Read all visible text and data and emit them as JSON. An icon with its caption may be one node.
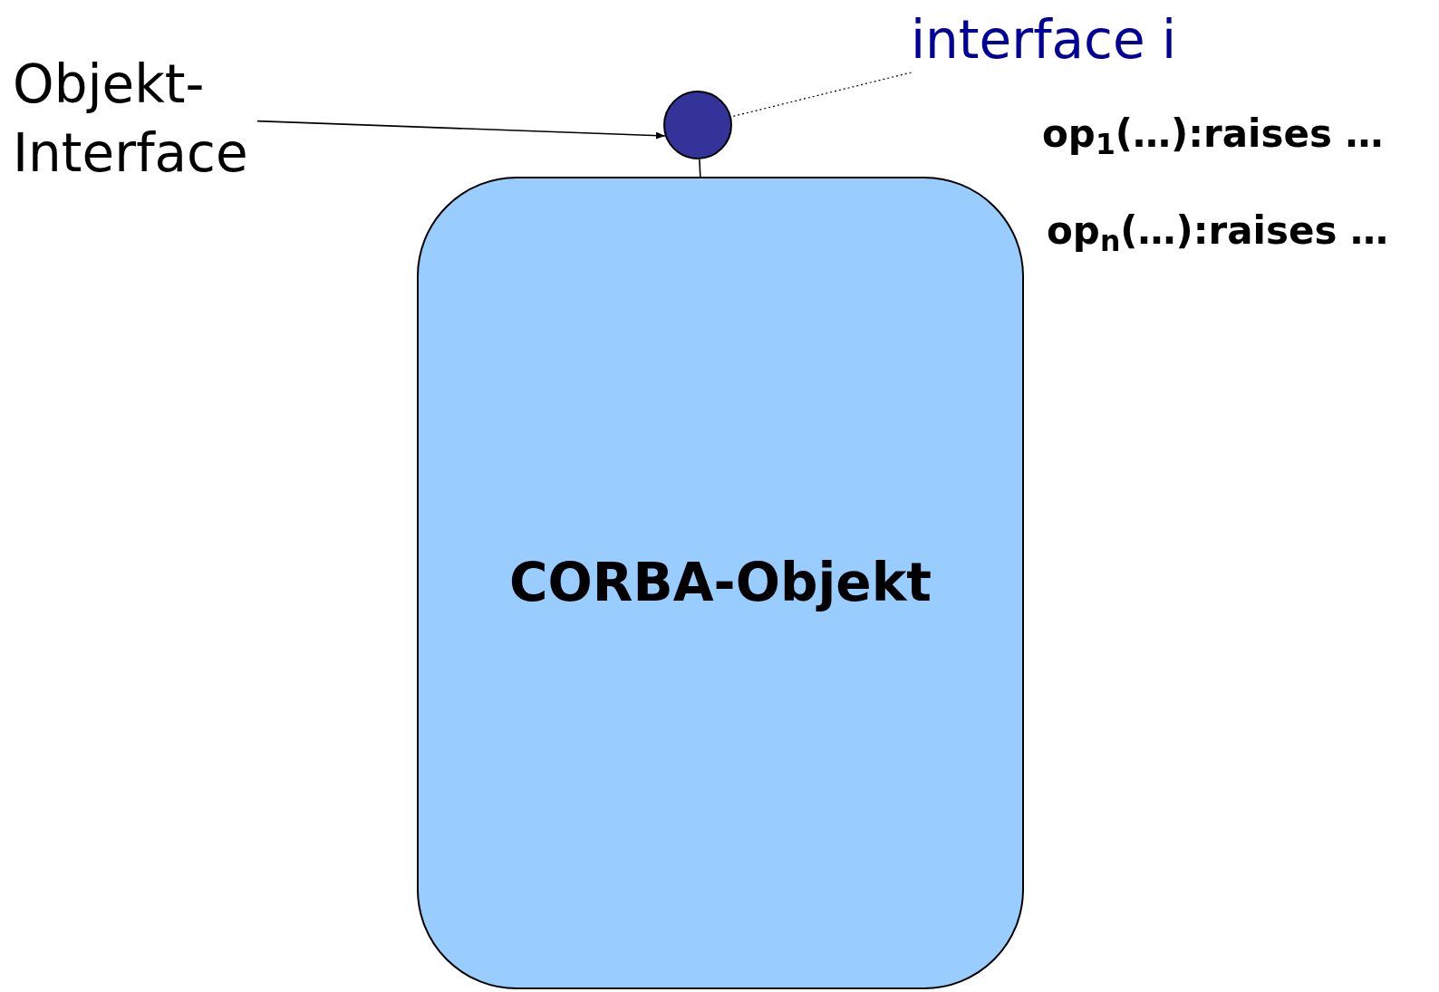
{
  "diagram": {
    "nodes": [
      {
        "text": [
          "Objekt- Interface"
        ]
      },
      {
        "text": [],
        "shape": "circle"
      },
      {
        "text": [
          "interface i"
        ]
      },
      {
        "text": [
          "CORBA-Objekt"
        ]
      }
    ],
    "edges": [
      {
        "from": 0,
        "to": 1,
        "arrow": "to"
      },
      {
        "from": 2,
        "to": 1,
        "arrow": "none",
        "style": "dashed"
      },
      {
        "from": 1,
        "to": 3,
        "arrow": "none"
      }
    ],
    "labels": [
      "op$_{1}$(…):raises …",
      "op$_{n}$(…):raises …"
    ]
  }
}
